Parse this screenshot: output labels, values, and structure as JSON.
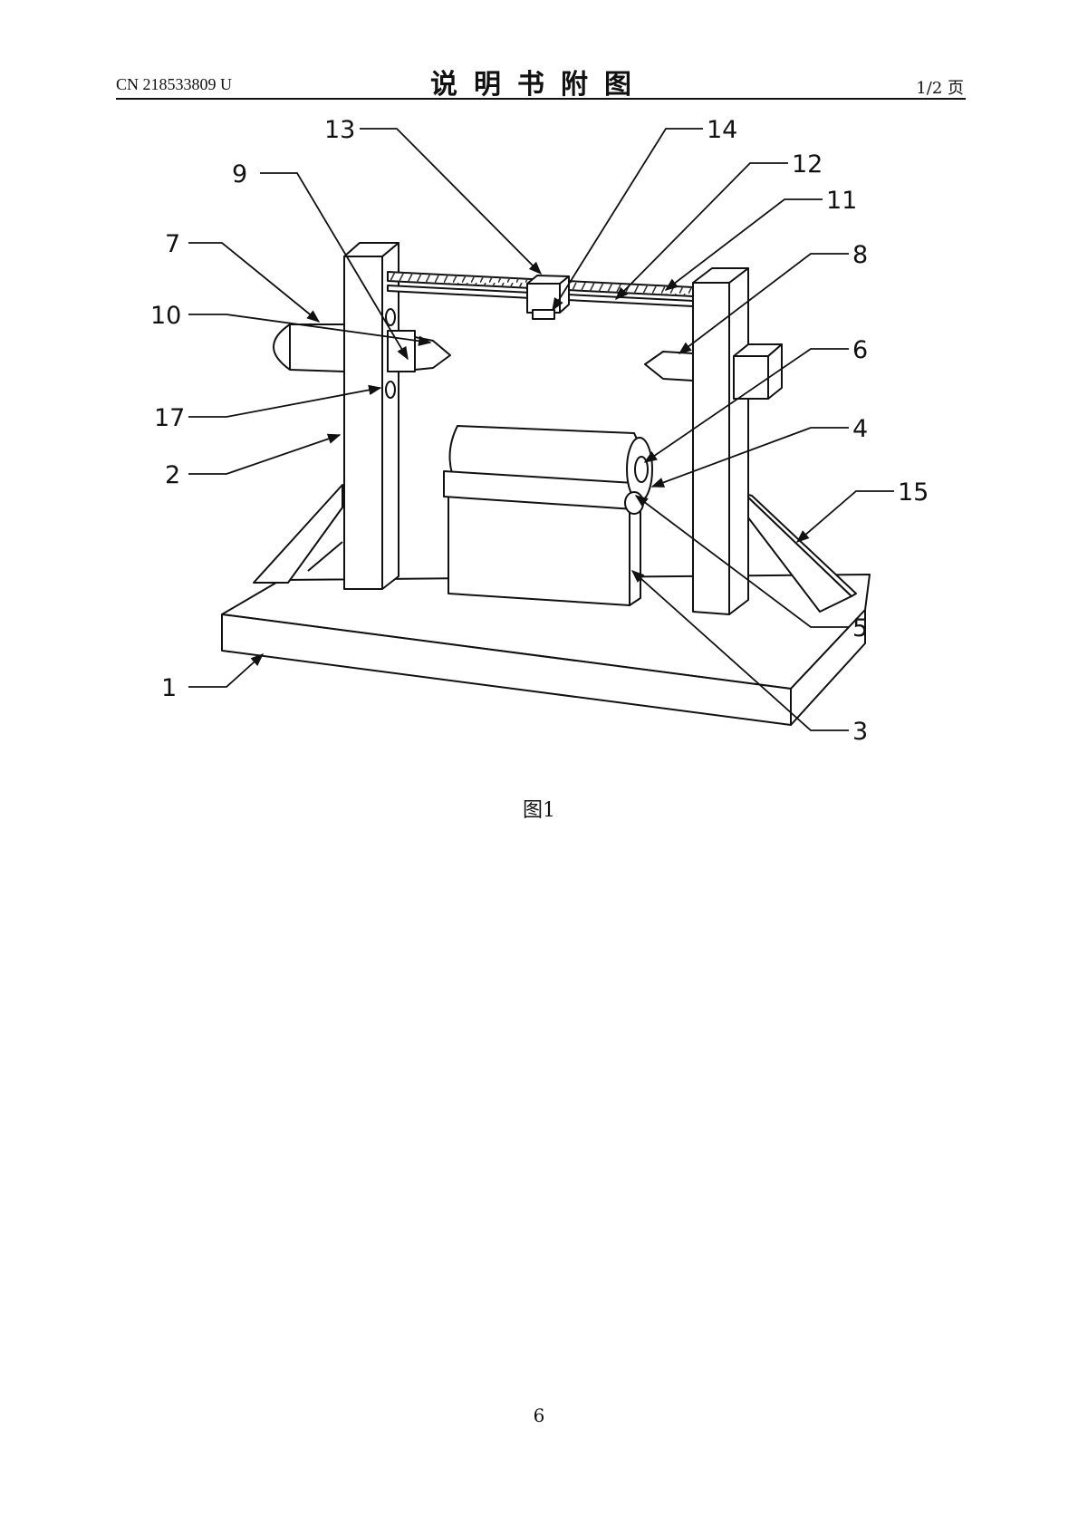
{
  "header": {
    "publication_number": "CN 218533809 U",
    "title": "说明书附图",
    "page_indicator": "1/2 页"
  },
  "figure": {
    "caption": "图1",
    "reference_numerals": [
      "13",
      "14",
      "9",
      "12",
      "11",
      "7",
      "8",
      "10",
      "6",
      "17",
      "4",
      "2",
      "15",
      "5",
      "1",
      "3"
    ]
  },
  "footer": {
    "page_number": "6"
  }
}
